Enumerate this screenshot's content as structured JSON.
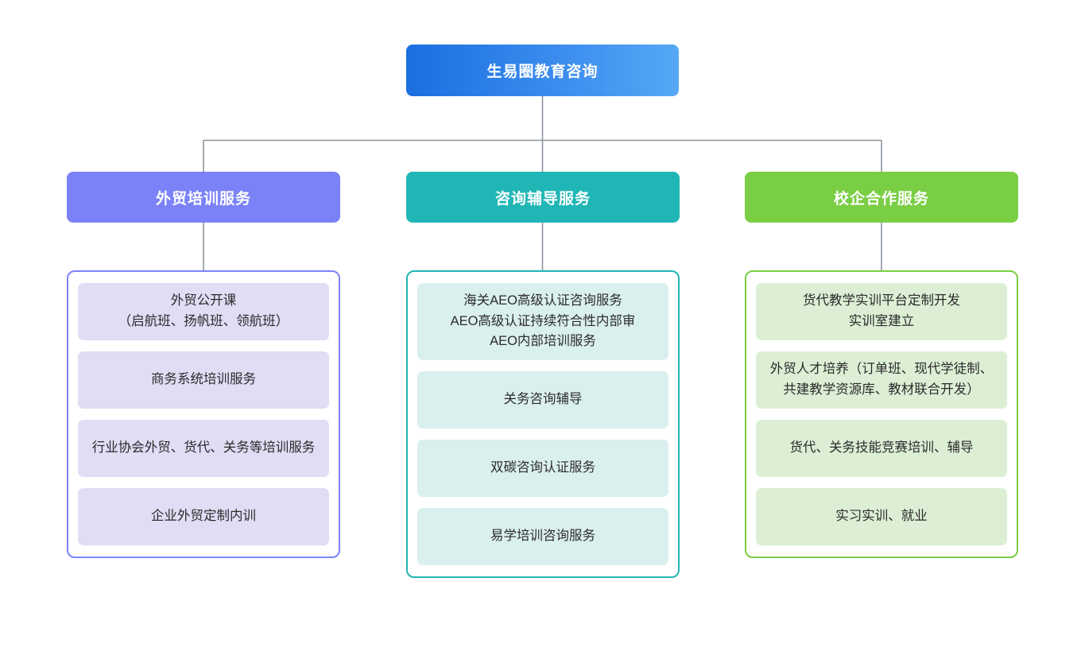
{
  "diagram": {
    "type": "organization-tree",
    "root": {
      "label": "生易圈教育咨询",
      "color": "#2f84ea",
      "gradient_from": "#1b6fe0",
      "gradient_to": "#55a8f5"
    },
    "connector_color": "#8a949e",
    "branches": [
      {
        "label": "外贸培训服务",
        "color": "#7b82f7",
        "leaf_fill": "#e0ddf5",
        "items": [
          "外贸公开课\n（启航班、扬帆班、领航班）",
          "商务系统培训服务",
          "行业协会外贸、货代、关务等培训服务",
          "企业外贸定制内训"
        ]
      },
      {
        "label": "咨询辅导服务",
        "color": "#21b6b6",
        "leaf_fill": "#daf0ef",
        "items": [
          "海关AEO高级认证咨询服务\nAEO高级认证持续符合性内部审\nAEO内部培训服务",
          "关务咨询辅导",
          "双碳咨询认证服务",
          "易学培训咨询服务"
        ]
      },
      {
        "label": "校企合作服务",
        "color": "#7ace44",
        "leaf_fill": "#dcefd5",
        "items": [
          "货代教学实训平台定制开发\n实训室建立",
          "外贸人才培养（订单班、现代学徒制、共建教学资源库、教材联合开发）",
          "货代、关务技能竞赛培训、辅导",
          "实习实训、就业"
        ]
      }
    ]
  }
}
